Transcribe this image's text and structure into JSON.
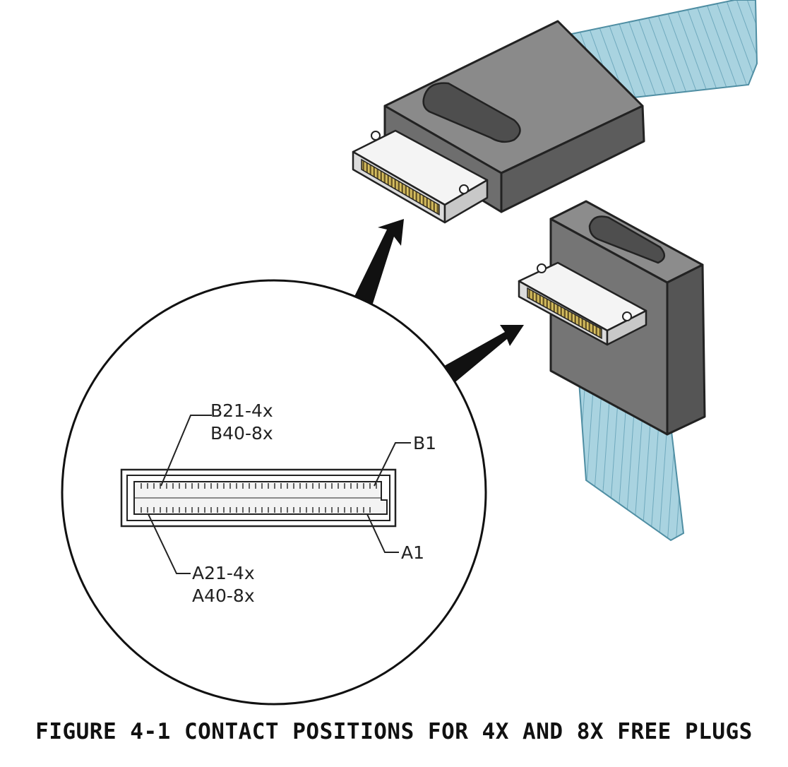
{
  "labels": {
    "b_upper": "B21-4x",
    "b_lower": "B40-8x",
    "b_first": "B1",
    "a_upper": "A21-4x",
    "a_lower": "A40-8x",
    "a_first": "A1"
  },
  "caption": "FIGURE 4-1 CONTACT POSITIONS FOR 4X AND 8X FREE PLUGS",
  "colors": {
    "housing": "#7b7b7b",
    "housing_dark": "#555555",
    "cable": "#a9d3e0",
    "contacts": "#b59a3a"
  }
}
